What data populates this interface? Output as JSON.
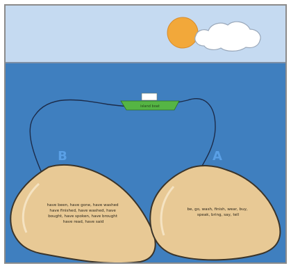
{
  "labels": {
    "left_island": "B",
    "right_island": "A"
  },
  "left_island_text": [
    "have been, have gone, have washed",
    "have finished, have washed, have",
    "bought, have spoken, have brought",
    "have read, have said"
  ],
  "right_island_text": [
    "be, go, wash, finish, wear, buy,",
    "speak, bring, say, tell"
  ],
  "boat_text": "island boat",
  "colors": {
    "sky": "#c5daf1",
    "sea": "#3f7fbf",
    "sun": "#f2a83a",
    "cloud": "#ffffff",
    "island_fill": "#e8c995",
    "island_outline": "#3a342a",
    "label": "#5aa0e6",
    "boat": "#55b544",
    "route": "#1c2b49"
  },
  "icons": {
    "sun": "sun-icon",
    "cloud": "cloud-icon",
    "boat": "boat-icon"
  }
}
